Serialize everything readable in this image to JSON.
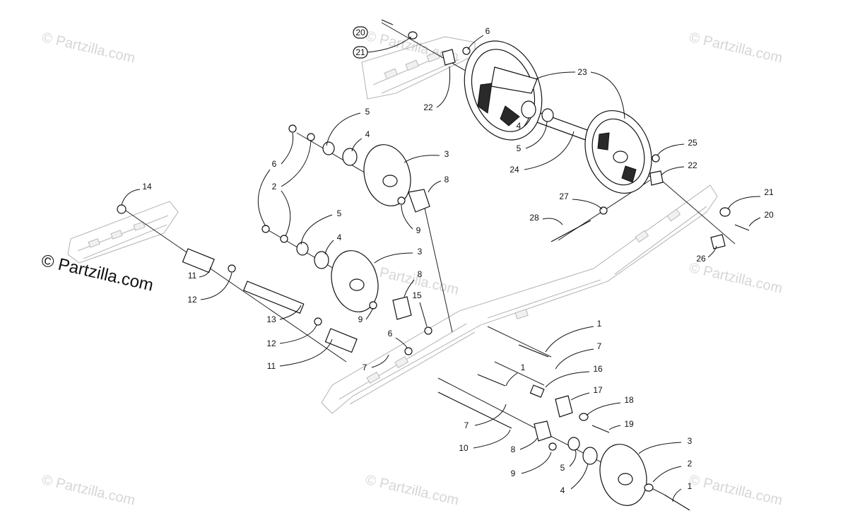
{
  "brand_text": "© Partzilla.com",
  "watermark_text": "© Partzilla.com",
  "callouts": {
    "c1": "20",
    "c2": "21",
    "c3": "6",
    "c4": "23",
    "c5": "22",
    "c6": "5",
    "c7": "4",
    "c8": "3",
    "c9": "6",
    "c10": "2",
    "c11": "8",
    "c12": "9",
    "c13": "5",
    "c14": "4",
    "c15": "3",
    "c16": "8",
    "c17": "14",
    "c18": "11",
    "c19": "12",
    "c20": "9",
    "c21": "15",
    "c22": "13",
    "c23": "12",
    "c24": "11",
    "c25": "6",
    "c26": "7",
    "c27": "4",
    "c28": "5",
    "c29": "24",
    "c30": "25",
    "c31": "22",
    "c32": "27",
    "c33": "28",
    "c34": "21",
    "c35": "20",
    "c36": "26",
    "c37": "1",
    "c38": "7",
    "c39": "1",
    "c40": "16",
    "c41": "17",
    "c42": "18",
    "c43": "19",
    "c44": "7",
    "c45": "10",
    "c46": "8",
    "c47": "9",
    "c48": "5",
    "c49": "3",
    "c50": "2",
    "c51": "4",
    "c52": "1"
  }
}
